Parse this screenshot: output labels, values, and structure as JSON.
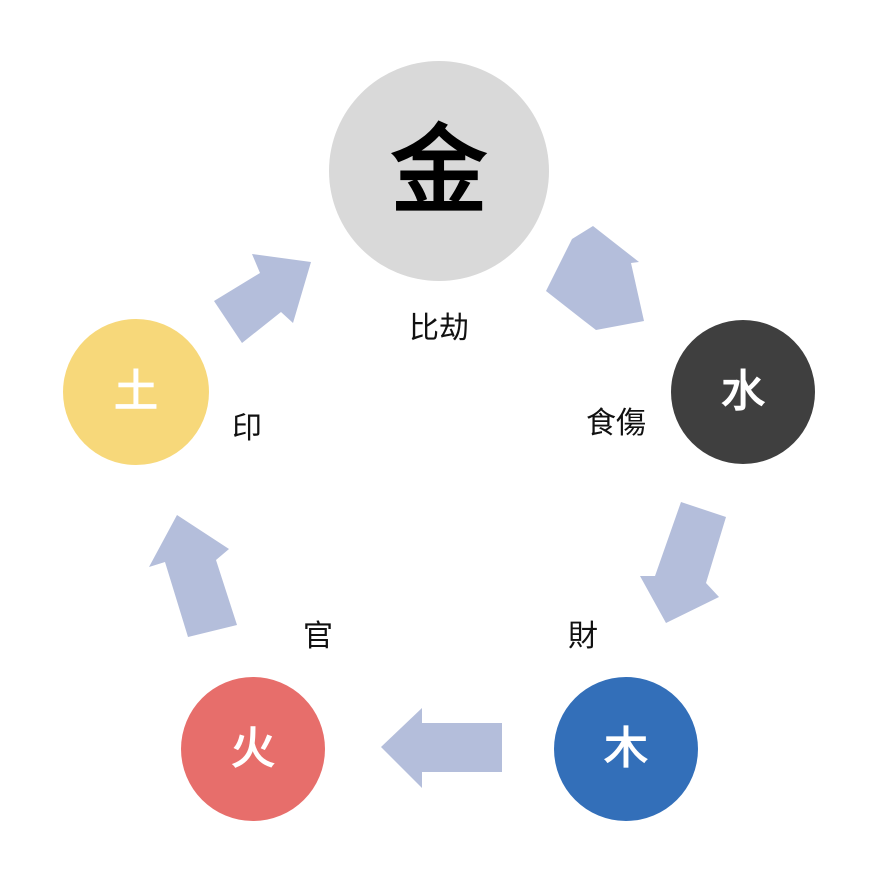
{
  "colors": {
    "arrow": "#b4bedb",
    "metal": "#d9d9d9",
    "water": "#3f3f3f",
    "wood": "#336fb9",
    "fire": "#e76e6b",
    "earth": "#f7d87a",
    "metal_text": "#000000",
    "node_text": "#ffffff"
  },
  "nodes": {
    "metal": "金",
    "water": "水",
    "wood": "木",
    "fire": "火",
    "earth": "土"
  },
  "labels": {
    "hikou": "比劫",
    "shokusho": "食傷",
    "zai": "財",
    "kan": "官",
    "in": "印"
  },
  "arrows": [
    {
      "from": "metal",
      "to": "water",
      "icon": "arrow-icon"
    },
    {
      "from": "water",
      "to": "wood",
      "icon": "arrow-icon"
    },
    {
      "from": "wood",
      "to": "fire",
      "icon": "arrow-icon"
    },
    {
      "from": "fire",
      "to": "earth",
      "icon": "arrow-icon"
    },
    {
      "from": "earth",
      "to": "metal",
      "icon": "arrow-icon"
    }
  ]
}
